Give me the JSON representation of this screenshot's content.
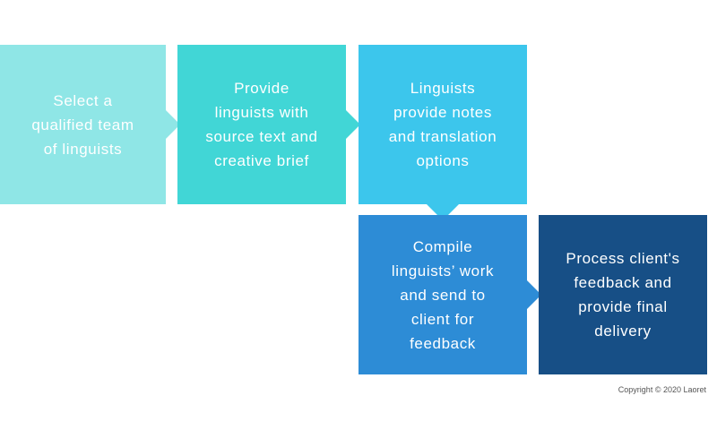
{
  "steps": [
    {
      "label": "Select a\nqualified team\nof linguists",
      "color": "#8fe6e6"
    },
    {
      "label": "Provide\nlinguists with\nsource text and\ncreative brief",
      "color": "#41d6d6"
    },
    {
      "label": "Linguists\nprovide notes\nand translation\noptions",
      "color": "#3cc6ec"
    },
    {
      "label": "Compile\nlinguists’ work\nand send to\nclient for\nfeedback",
      "color": "#2d8cd6"
    },
    {
      "label": "Process client's\nfeedback and\nprovide final\ndelivery",
      "color": "#174f86"
    }
  ],
  "footer": {
    "copyright": "Copyright © 2020 Laoret"
  }
}
